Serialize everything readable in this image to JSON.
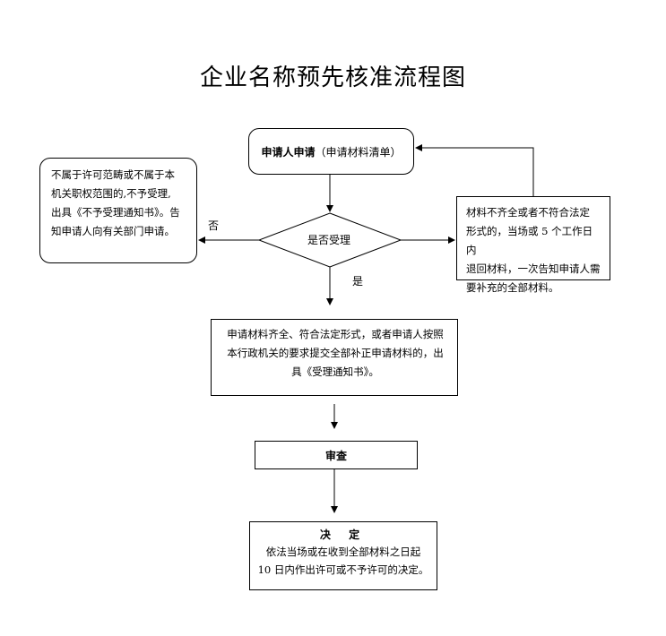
{
  "title": "企业名称预先核准流程图",
  "apply": {
    "bold": "申请人申请",
    "normal": "（申请材料清单）"
  },
  "decision_diamond": {
    "label": "是否受理"
  },
  "no_label": "否",
  "yes_label": "是",
  "reject_box": {
    "lines": [
      "不属于许可范畴或不属于本",
      "机关职权范围的,不予受理,",
      "出具《不予受理通知书》。告",
      "知申请人向有关部门申请。"
    ]
  },
  "supplement_box": {
    "lines": [
      "材料不齐全或者不符合法定",
      "形式的，当场或 5 个工作日内",
      "退回材料，一次告知申请人需",
      "要补充的全部材料。"
    ]
  },
  "accept_box": {
    "lines": [
      "申请材料齐全、符合法定形式，或者申请人按照",
      "本行政机关的要求提交全部补正申请材料的，出",
      "具《受理通知书》。"
    ]
  },
  "review_box": {
    "label": "审查"
  },
  "final_box": {
    "heading": "决 定",
    "lines": [
      "依法当场或在收到全部材料之日起",
      "10 日内作出许可或不予许可的决定。"
    ]
  }
}
